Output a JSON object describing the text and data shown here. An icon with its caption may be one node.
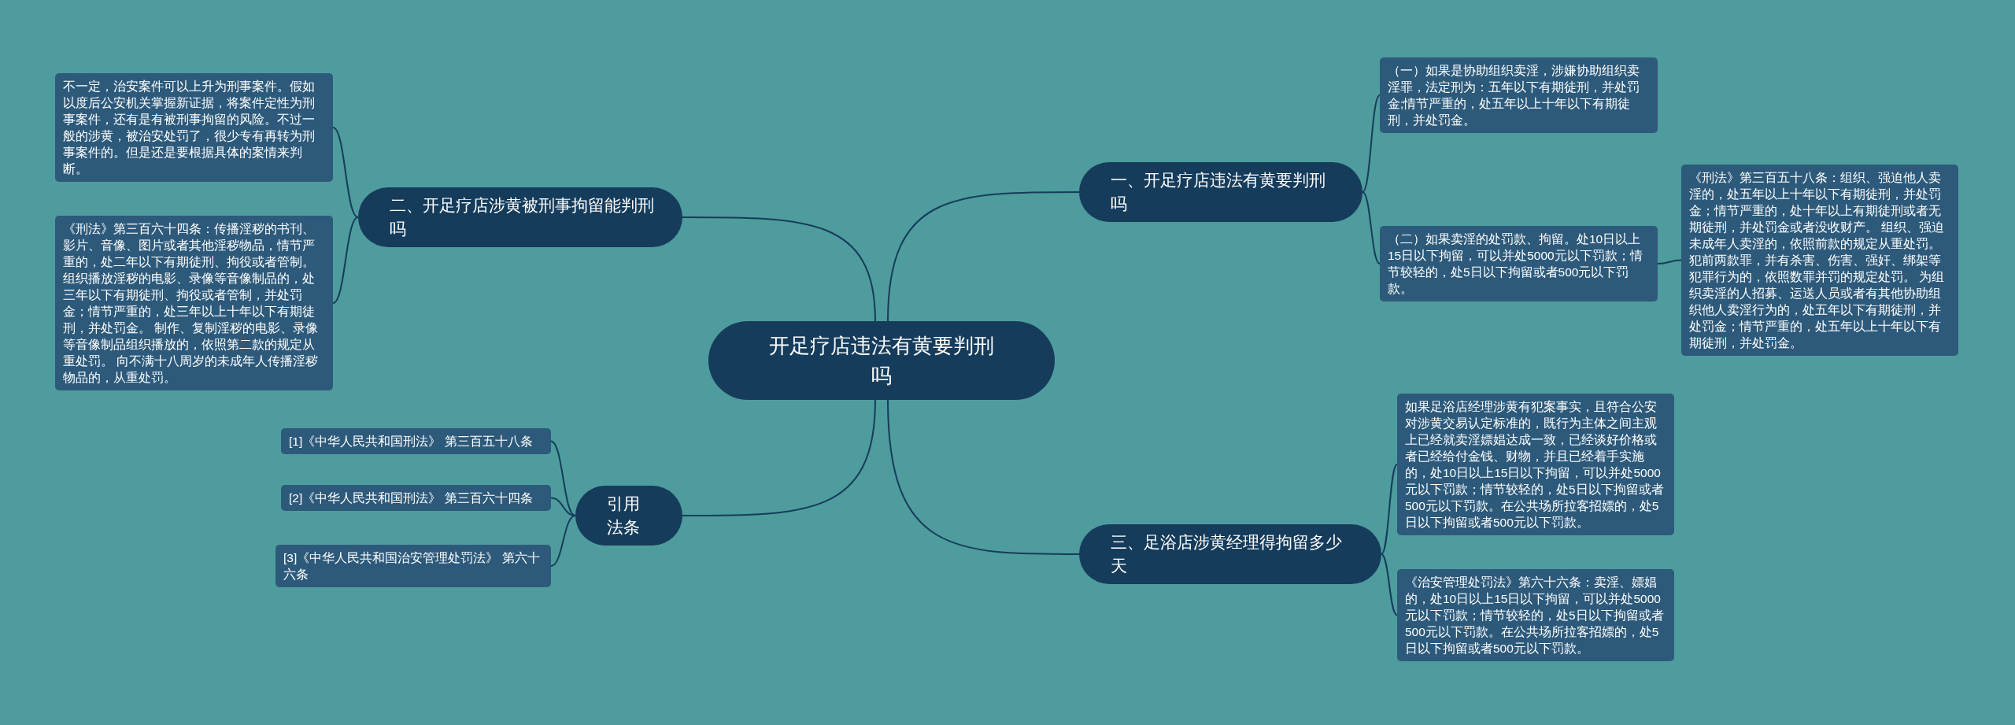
{
  "diagram": {
    "nodes": [
      {
        "text": [
          "开足疗店违法有黄要判刑吗"
        ]
      },
      {
        "text": [
          "一、开足疗店违法有黄要判刑吗"
        ]
      },
      {
        "text": [
          "（一）如果是协助组织卖淫，涉嫌协助组织卖淫罪，法定刑为：五年以下有期徒刑，并处罚金;情节严重的，处五年以上十年以下有期徒刑，并处罚金。"
        ]
      },
      {
        "text": [
          "（二）如果卖淫的处罚款、拘留。处10日以上15日以下拘留，可以并处5000元以下罚款；情节较轻的，处5日以下拘留或者500元以下罚款。"
        ]
      },
      {
        "text": [
          "《刑法》第三百五十八条：组织、强迫他人卖淫的，处五年以上十年以下有期徒刑，并处罚金；情节严重的，处十年以上有期徒刑或者无期徒刑，并处罚金或者没收财产。 组织、强迫未成年人卖淫的，依照前款的规定从重处罚。犯前两款罪，并有杀害、伤害、强奸、绑架等犯罪行为的，依照数罪并罚的规定处罚。 为组织卖淫的人招募、运送人员或者有其他协助组织他人卖淫行为的，处五年以下有期徒刑，并处罚金；情节严重的，处五年以上十年以下有期徒刑，并处罚金。"
        ]
      },
      {
        "text": [
          "二、开足疗店涉黄被刑事拘留能判刑吗"
        ]
      },
      {
        "text": [
          "不一定，治安案件可以上升为刑事案件。假如以度后公安机关掌握新证据，将案件定性为刑事案件，还有是有被刑事拘留的风险。不过一般的涉黄，被治安处罚了，很少专有再转为刑事案件的。但是还是要根据具体的案情来判断。"
        ]
      },
      {
        "text": [
          "《刑法》第三百六十四条：传播淫秽的书刊、影片、音像、图片或者其他淫秽物品，情节严重的，处二年以下有期徒刑、拘役或者管制。组织播放淫秽的电影、录像等音像制品的，处三年以下有期徒刑、拘役或者管制，并处罚金；情节严重的，处三年以上十年以下有期徒刑，并处罚金。 制作、复制淫秽的电影、录像等音像制品组织播放的，依照第二款的规定从重处罚。 向不满十八周岁的未成年人传播淫秽物品的，从重处罚。"
        ]
      },
      {
        "text": [
          "引用法条"
        ]
      },
      {
        "text": [
          "[1]《中华人民共和国刑法》 第三百五十八条"
        ]
      },
      {
        "text": [
          "[2]《中华人民共和国刑法》 第三百六十四条"
        ]
      },
      {
        "text": [
          "[3]《中华人民共和国治安管理处罚法》 第六十六条"
        ]
      },
      {
        "text": [
          "三、足浴店涉黄经理得拘留多少天"
        ]
      },
      {
        "text": [
          "如果足浴店经理涉黄有犯案事实，且符合公安对涉黄交易认定标准的，既行为主体之间主观上已经就卖淫嫖娼达成一致，已经谈好价格或者已经给付金钱、财物，并且已经着手实施的，处10日以上15日以下拘留，可以并处5000元以下罚款；情节较轻的，处5日以下拘留或者500元以下罚款。在公共场所拉客招嫖的，处5日以下拘留或者500元以下罚款。"
        ]
      },
      {
        "text": [
          "《治安管理处罚法》第六十六条：卖淫、嫖娼的，处10日以上15日以下拘留，可以并处5000元以下罚款；情节较轻的，处5日以下拘留或者500元以下罚款。在公共场所拉客招嫖的，处5日以下拘留或者500元以下罚款。"
        ]
      }
    ],
    "edges": [
      {
        "from": 0,
        "to": 1,
        "arrow": "none"
      },
      {
        "from": 1,
        "to": 2,
        "arrow": "none"
      },
      {
        "from": 1,
        "to": 3,
        "arrow": "none"
      },
      {
        "from": 3,
        "to": 4,
        "arrow": "none"
      },
      {
        "from": 0,
        "to": 5,
        "arrow": "none"
      },
      {
        "from": 5,
        "to": 6,
        "arrow": "none"
      },
      {
        "from": 5,
        "to": 7,
        "arrow": "none"
      },
      {
        "from": 0,
        "to": 8,
        "arrow": "none"
      },
      {
        "from": 8,
        "to": 9,
        "arrow": "none"
      },
      {
        "from": 8,
        "to": 10,
        "arrow": "none"
      },
      {
        "from": 8,
        "to": 11,
        "arrow": "none"
      },
      {
        "from": 0,
        "to": 12,
        "arrow": "none"
      },
      {
        "from": 12,
        "to": 13,
        "arrow": "none"
      },
      {
        "from": 12,
        "to": 14,
        "arrow": "none"
      }
    ]
  }
}
